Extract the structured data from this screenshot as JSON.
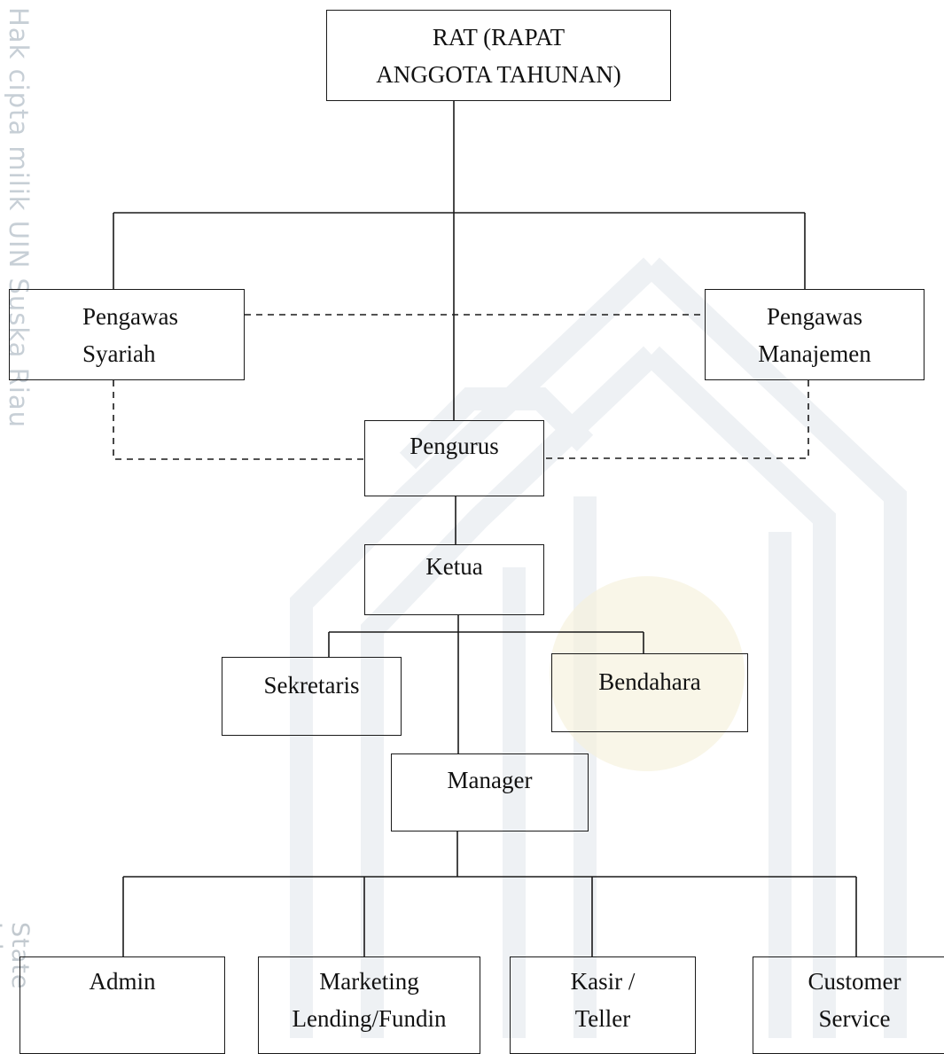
{
  "watermark": {
    "side_text": "Hak cipta milik UIN Suska Riau",
    "bottom_text": "State Isla",
    "colors": {
      "text": "#c7cfd6",
      "emblem": "#eef1f4",
      "emblem_gold": "#f6f1dc"
    }
  },
  "org_chart": {
    "rat": {
      "line1": "RAT (RAPAT",
      "line2": "ANGGOTA TAHUNAN)"
    },
    "pengawas_syariah": {
      "line1": "Pengawas",
      "line2": "Syariah"
    },
    "pengawas_manajemen": {
      "line1": "Pengawas",
      "line2": "Manajemen"
    },
    "pengurus": {
      "line1": "Pengurus"
    },
    "ketua": {
      "line1": "Ketua"
    },
    "sekretaris": {
      "line1": "Sekretaris"
    },
    "bendahara": {
      "line1": "Bendahara"
    },
    "manager": {
      "line1": "Manager"
    },
    "admin": {
      "line1": "Admin"
    },
    "marketing": {
      "line1": "Marketing",
      "line2": "Lending/Fundin"
    },
    "kasir": {
      "line1": "Kasir /",
      "line2": "Teller"
    },
    "customer_service": {
      "line1": "Customer",
      "line2": "Service"
    }
  },
  "style": {
    "line_color": "#1a1a1a"
  }
}
